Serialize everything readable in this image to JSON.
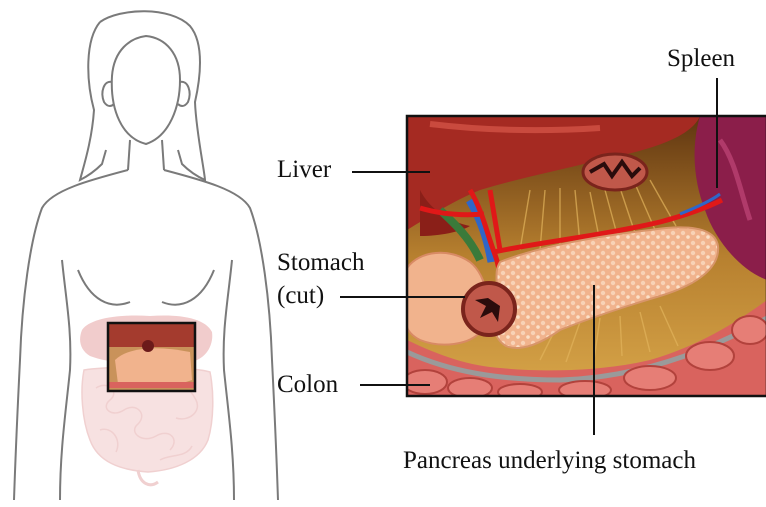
{
  "labels": {
    "spleen": "Spleen",
    "liver": "Liver",
    "stomach_line1": "Stomach",
    "stomach_line2": "(cut)",
    "colon": "Colon",
    "pancreas": "Pancreas underlying stomach"
  },
  "colors": {
    "outline": "#7a7a7a",
    "inset_frame": "#111111",
    "liver": "#a52a22",
    "spleen": "#8b1e4a",
    "pancreas": "#f1b38d",
    "colon": "#d9635e",
    "intestine_ghost": "#f2c9c9",
    "artery": "#e01818",
    "vein": "#2f66c8",
    "background_tissue": "#b7802f"
  }
}
